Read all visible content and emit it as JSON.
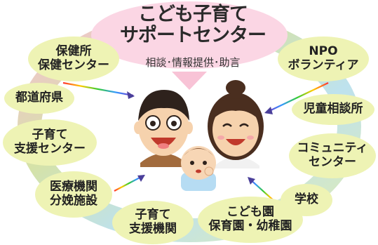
{
  "center": {
    "title_line1": "こども子育て",
    "title_line2": "サポートセンター",
    "subtitle": "相談･情報提供･助言"
  },
  "nodes": {
    "hoken_line1": "保健所",
    "hoken_line2": "保健センター",
    "npo_line1": "NPO",
    "npo_line2": "ボランティア",
    "todofuken": "都道府県",
    "jido": "児童相談所",
    "kosodate_shien_line1": "子育て",
    "kosodate_shien_line2": "支援センター",
    "community_line1": "コミュニティ",
    "community_line2": "センター",
    "iryo_line1": "医療機関",
    "iryo_line2": "分娩施設",
    "gakko": "学校",
    "kosodate_kikan_line1": "子育て",
    "kosodate_kikan_line2": "支援機関",
    "kodomoen_line1": "こども園",
    "kodomoen_line2": "保育園・幼稚園"
  },
  "colors": {
    "bubble": "#eef3b4",
    "ring": "#dfe8a0",
    "arrow_head": "#4a3f9a"
  }
}
